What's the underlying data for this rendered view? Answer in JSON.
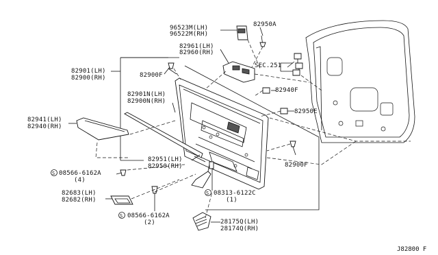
{
  "labels": {
    "p96523m": "96523M(LH)",
    "p96522m": "96522M(RH)",
    "p82950a": "82950A",
    "p82961": "82961(LH)",
    "p82960": "82960(RH)",
    "sec251": "SEC.251",
    "p82901": "82901(LH)",
    "p82900": "82900(RH)",
    "p82900f_top": "82900F",
    "p82940f": "82940F",
    "p82901n": "82901N(LH)",
    "p82900n": "82900N(RH)",
    "p82950e": "82950E",
    "p82941": "82941(LH)",
    "p82940": "82940(RH)",
    "p82900f_right": "82900F",
    "p82951": "82951(LH)",
    "p82950": "82950(RH)",
    "screw1": "08566-6162A",
    "screw1_qty": "(4)",
    "screw2": "08313-6122C",
    "screw2_qty": "(1)",
    "p82683": "82683(LH)",
    "p82682": "82682(RH)",
    "screw3": "08566-6162A",
    "screw3_qty": "(2)",
    "p28175q": "28175Q(LH)",
    "p28174q": "28174Q(RH)",
    "ref_code": "J82800 F"
  },
  "symbols": {
    "circled_s": "S"
  }
}
